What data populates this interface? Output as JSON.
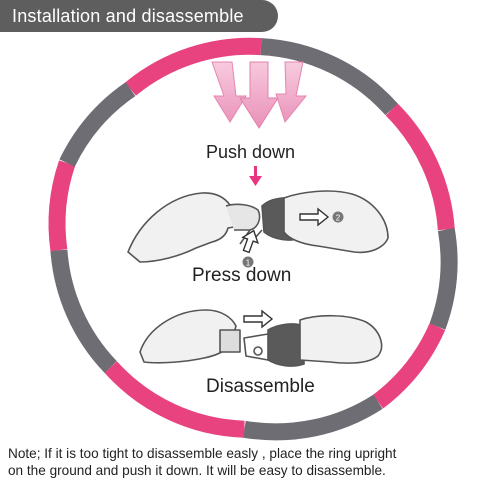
{
  "banner": {
    "title": "Installation and disassemble"
  },
  "labels": {
    "push_down": "Push down",
    "press_down": "Press down",
    "disassemble": "Disassemble",
    "step_1": "1",
    "step_2": "2"
  },
  "note": {
    "line1": "Note; If it is too tight to disassemble easly , place the ring upright",
    "line2": "on the ground and push it down. It will be easy to disassemble."
  },
  "colors": {
    "hoop_pink": "#e8427f",
    "hoop_grey": "#6d6d73",
    "arrow_pink": "#e9357f",
    "banner": "#5e5e5e"
  }
}
